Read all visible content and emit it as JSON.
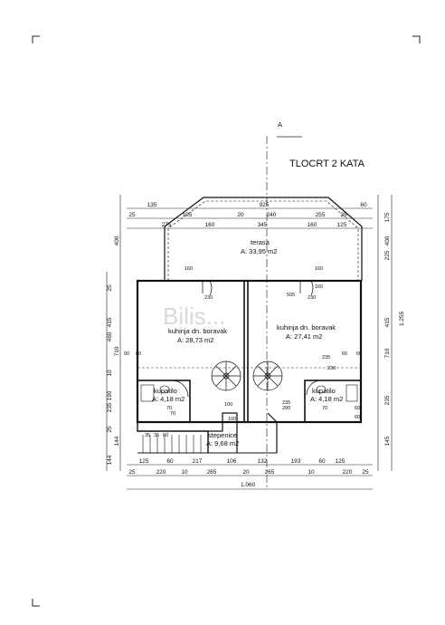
{
  "title": "TLOCRT 2 KATA",
  "section_mark": "A",
  "watermark": "Bilis...",
  "rooms": {
    "terrace": {
      "name": "terasa",
      "area": "A: 33,95 m2"
    },
    "living_left": {
      "name": "kuhinja dn. boravak",
      "area": "A: 28,73 m2"
    },
    "living_right": {
      "name": "kuhinja dn. boravak",
      "area": "A: 27,41 m2"
    },
    "bath_left": {
      "name": "kupatilo",
      "area": "A: 4,18 m2"
    },
    "bath_right": {
      "name": "kupatilo",
      "area": "A: 4,18 m2"
    },
    "stairs": {
      "name": "stepenice",
      "area": "A: 9,68 m2"
    }
  },
  "dimensions": {
    "top_row1": [
      "135",
      "925",
      "60"
    ],
    "top_row2": [
      "25",
      "195",
      "20",
      "240",
      "255",
      "25"
    ],
    "top_row3": [
      "275",
      "160",
      "345",
      "160",
      "125"
    ],
    "bottom_row1": [
      "125",
      "60",
      "217",
      "106",
      "132",
      "193",
      "60",
      "125"
    ],
    "bottom_row2": [
      "25",
      "220",
      "10",
      "265",
      "20",
      "265",
      "10",
      "220",
      "25"
    ],
    "bottom_total": "1.060",
    "left_outer": [
      "400",
      "710",
      "144"
    ],
    "left_inner": [
      "25",
      "415",
      "460",
      "10",
      "190",
      "235",
      "25",
      "144"
    ],
    "right_outer": [
      "175",
      "400",
      "225",
      "415",
      "710",
      "235",
      "145"
    ],
    "right_total": "1.255",
    "inner_labels": [
      "160",
      "230",
      "505",
      "160",
      "230",
      "160",
      "60",
      "60",
      "235",
      "230",
      "70",
      "235",
      "200",
      "60",
      "60",
      "70",
      "90",
      "60",
      "35",
      "35",
      "60",
      "70",
      "100",
      "100"
    ]
  }
}
